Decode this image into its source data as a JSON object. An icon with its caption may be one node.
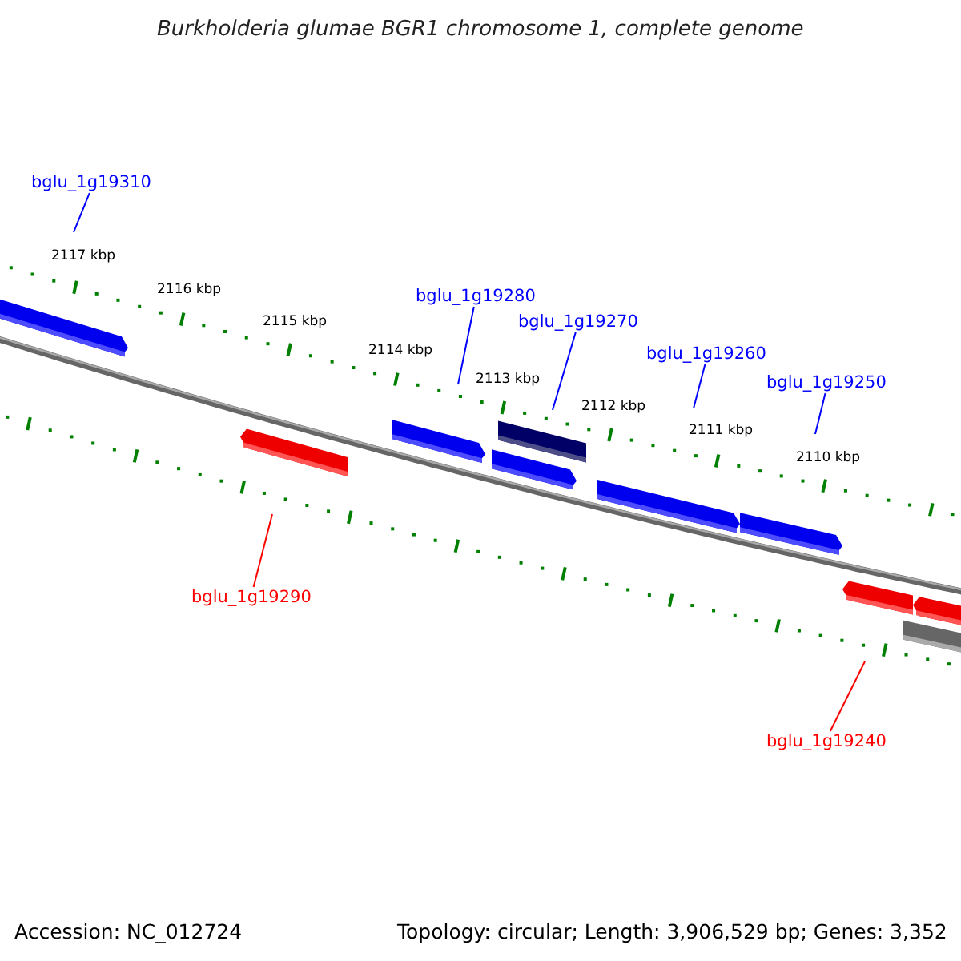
{
  "diagram": {
    "title": "Burkholderia glumae BGR1 chromosome 1, complete genome",
    "nodes": [
      {
        "text": [
          "bglu_1g19310"
        ]
      },
      {
        "text": [
          "bglu_1g19280"
        ]
      },
      {
        "text": [
          "bglu_1g19270"
        ]
      },
      {
        "text": [
          "bglu_1g19260"
        ]
      },
      {
        "text": [
          "bglu_1g19250"
        ]
      },
      {
        "text": [
          "bglu_1g19290"
        ]
      },
      {
        "text": [
          "bglu_1g19240"
        ]
      }
    ],
    "edges": [
      {
        "from": 0,
        "to": null,
        "arrow": "none",
        "color": "#0000ff"
      },
      {
        "from": 1,
        "to": null,
        "arrow": "none",
        "color": "#0000ff"
      },
      {
        "from": 2,
        "to": null,
        "arrow": "none",
        "color": "#0000ff"
      },
      {
        "from": 3,
        "to": null,
        "arrow": "none",
        "color": "#0000ff"
      },
      {
        "from": 4,
        "to": null,
        "arrow": "none",
        "color": "#0000ff"
      },
      {
        "from": 5,
        "to": null,
        "arrow": "none",
        "color": "#ff0000"
      },
      {
        "from": 6,
        "to": null,
        "arrow": "none",
        "color": "#ff0000"
      }
    ],
    "labels": [
      "2117 kbp",
      "2116 kbp",
      "2115 kbp",
      "2114 kbp",
      "2113 kbp",
      "2112 kbp",
      "2111 kbp",
      "2110 kbp",
      "Accession: NC_012724",
      "Topology: circular; Length: 3,906,529 bp; Genes: 3,352"
    ]
  }
}
